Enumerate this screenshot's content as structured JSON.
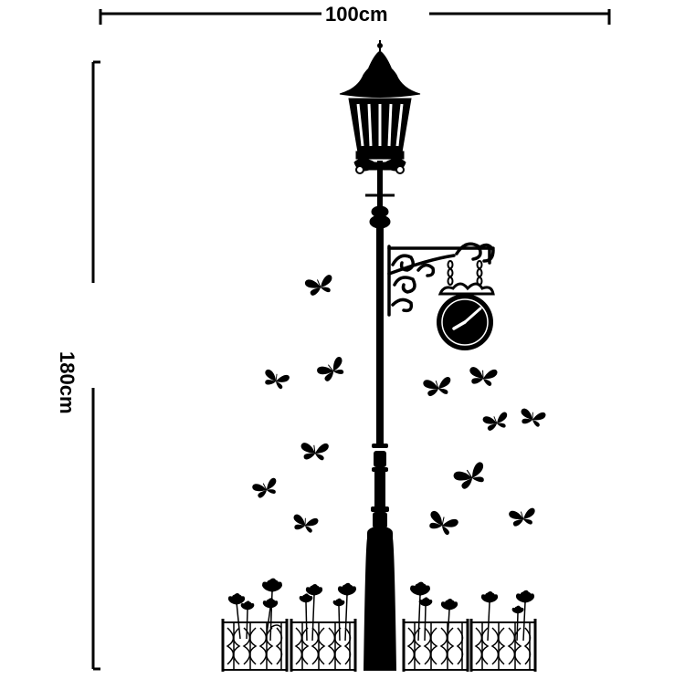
{
  "dimensions": {
    "width_label": "100cm",
    "height_label": "180cm"
  },
  "artwork": {
    "subject_icons": [
      "street-lamp-icon",
      "clock-icon",
      "butterfly-icon",
      "flower-icon",
      "fence-icon"
    ],
    "fill_color": "#000000",
    "background_color": "#ffffff",
    "clock": {
      "hour_hand_direction": "lower-left",
      "minute_hand_direction": "upper-right"
    }
  }
}
